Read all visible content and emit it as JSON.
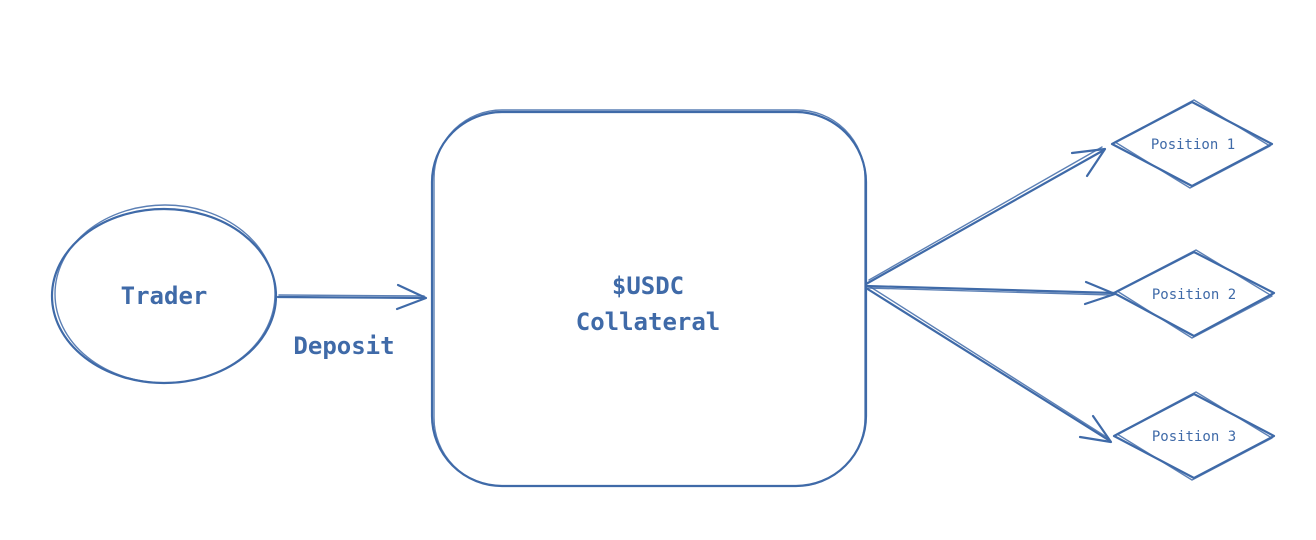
{
  "colors": {
    "ink": "#3f6aa8",
    "background": "#ffffff"
  },
  "nodes": {
    "trader": {
      "label": "Trader",
      "shape": "ellipse"
    },
    "collateral": {
      "line1": "$USDC",
      "line2": "Collateral",
      "shape": "rounded-rectangle"
    },
    "positions": [
      {
        "label": "Position 1",
        "shape": "diamond"
      },
      {
        "label": "Position 2",
        "shape": "diamond"
      },
      {
        "label": "Position 3",
        "shape": "diamond"
      }
    ]
  },
  "edges": {
    "deposit": {
      "label": "Deposit",
      "from": "trader",
      "to": "collateral"
    },
    "to_positions": [
      {
        "from": "collateral",
        "to": "Position 1"
      },
      {
        "from": "collateral",
        "to": "Position 2"
      },
      {
        "from": "collateral",
        "to": "Position 3"
      }
    ]
  }
}
